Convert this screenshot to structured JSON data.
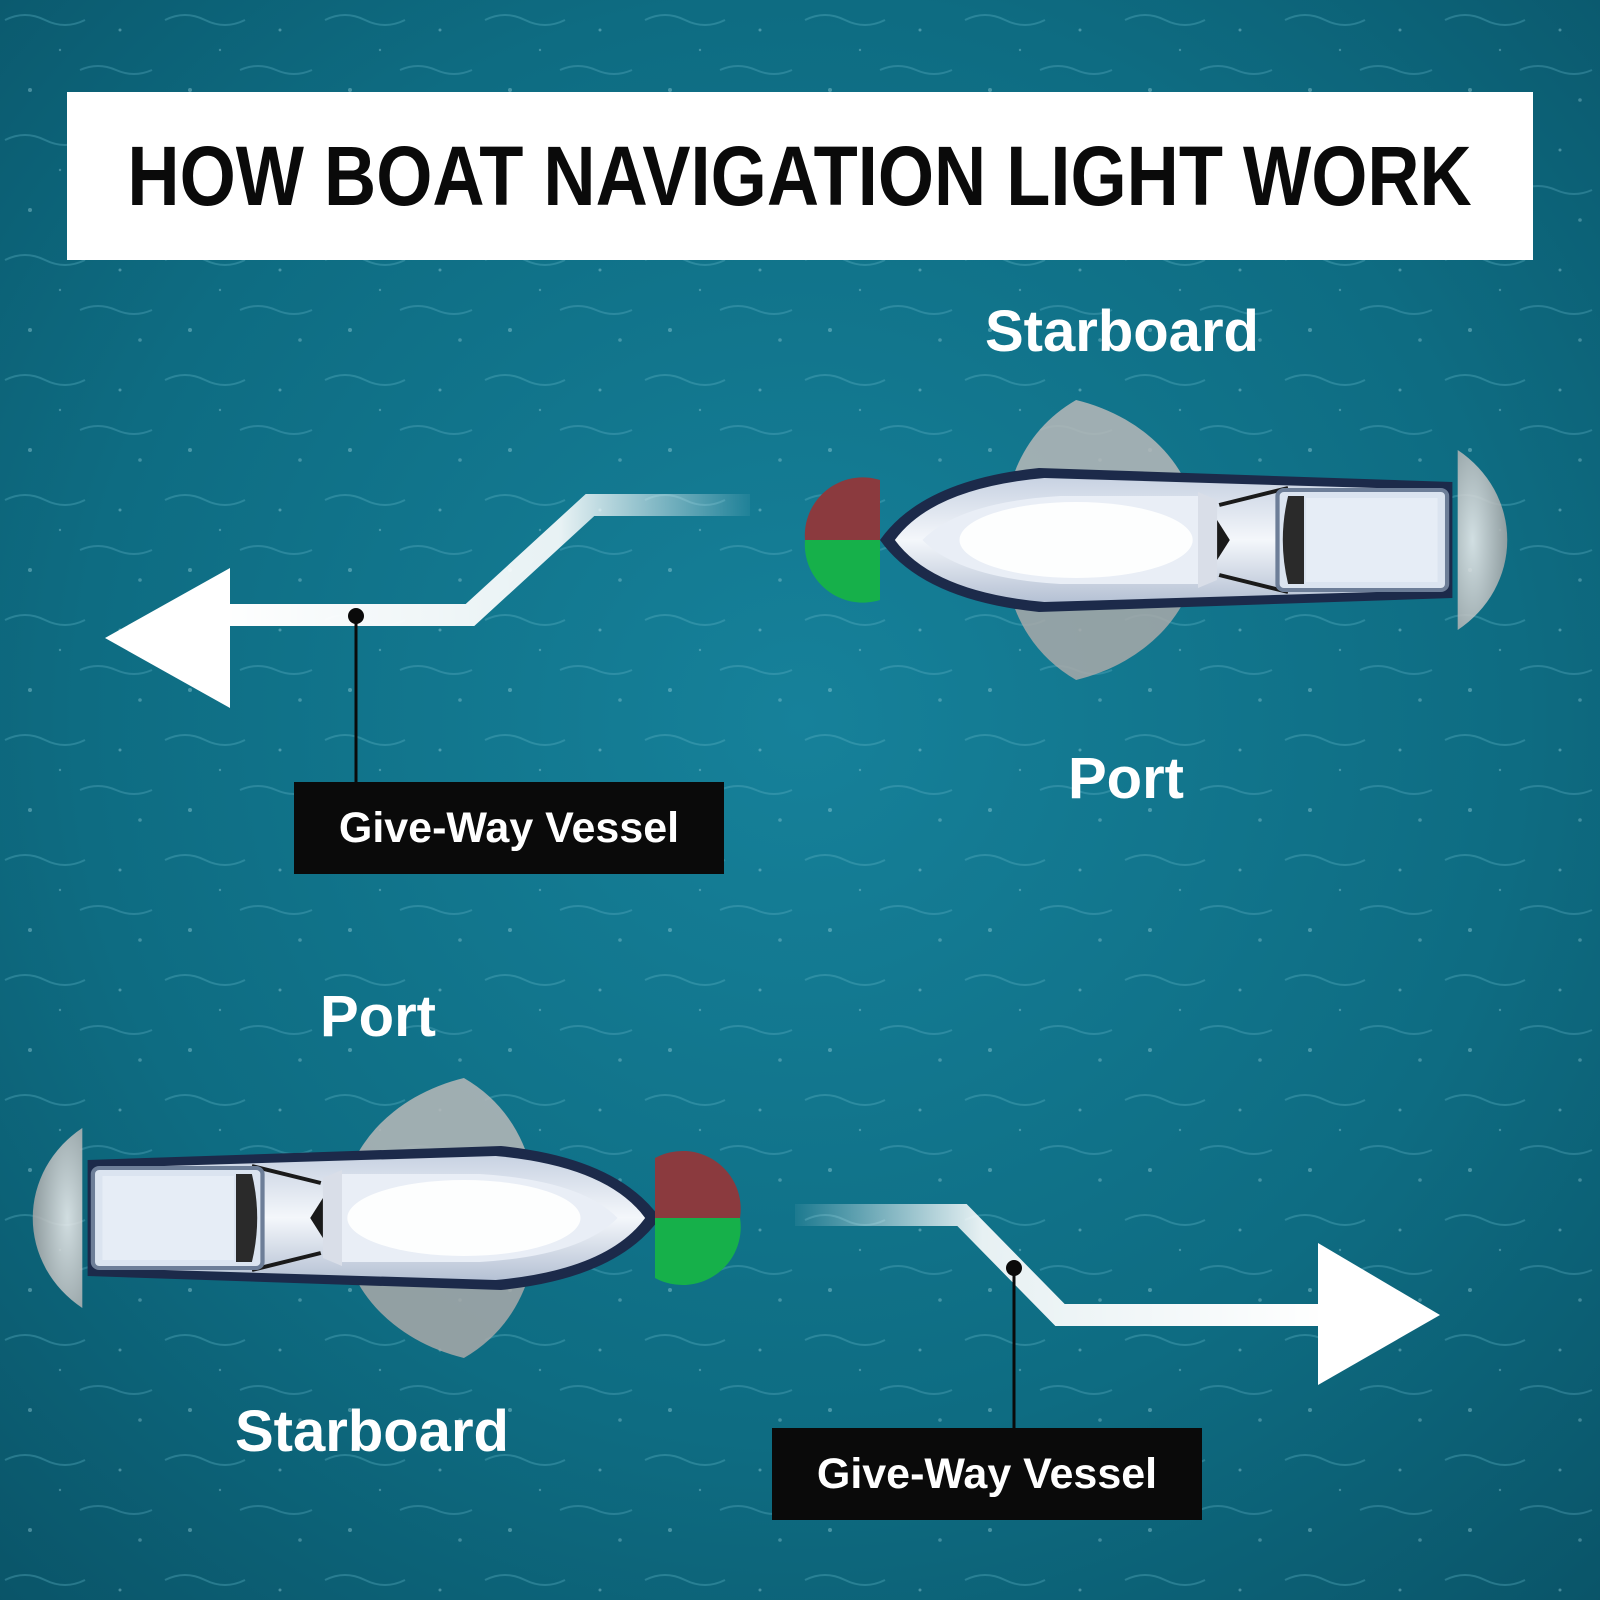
{
  "title": "HOW BOAT NAVIGATION LIGHT WORK",
  "top_scene": {
    "label_top": "Starboard",
    "label_bottom": "Port",
    "tag": "Give-Way Vessel",
    "direction": "left"
  },
  "bottom_scene": {
    "label_top": "Port",
    "label_bottom": "Starboard",
    "tag": "Give-Way Vessel",
    "direction": "right"
  },
  "colors": {
    "sea": "#0f6f85",
    "sidelight_red": "#8b3a3e",
    "sidelight_green": "#16b04a",
    "hull_trim": "#1c2a4a"
  }
}
